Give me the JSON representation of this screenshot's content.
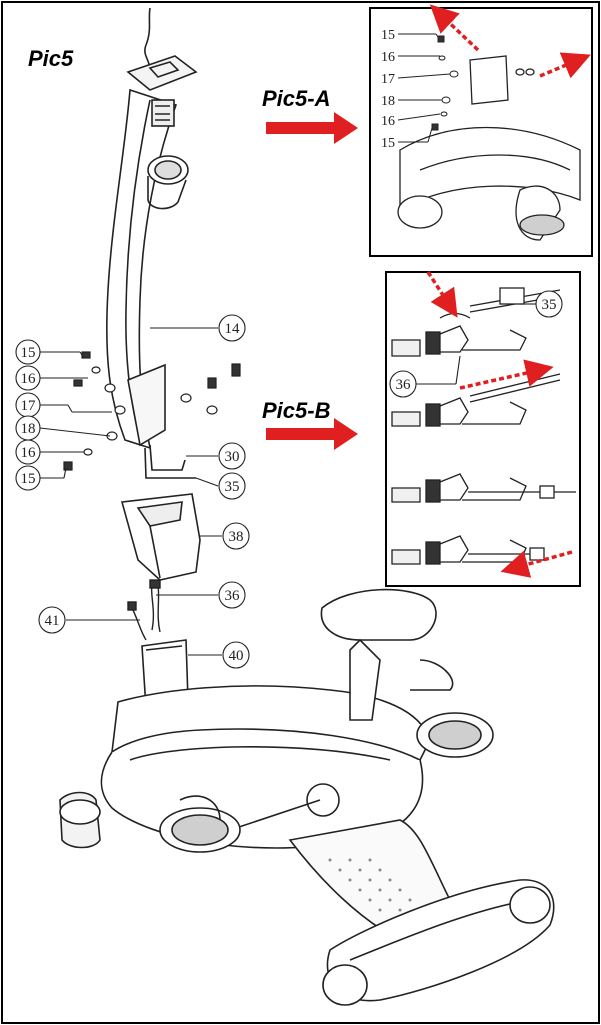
{
  "titles": {
    "main": "Pic5",
    "detail_a": "Pic5-A",
    "detail_b": "Pic5-B"
  },
  "parts_main_left": [
    "15",
    "16",
    "17",
    "18",
    "16",
    "15"
  ],
  "parts_main": {
    "p14": "14",
    "p30": "30",
    "p35": "35",
    "p38": "38",
    "p36": "36",
    "p41": "41",
    "p40": "40"
  },
  "parts_detail_a": [
    "15",
    "16",
    "17",
    "18",
    "16",
    "15"
  ],
  "parts_detail_b": {
    "p35": "35",
    "p36": "36"
  },
  "colors": {
    "arrow_red": "#e02020",
    "line": "#222222",
    "frame": "#000000"
  }
}
